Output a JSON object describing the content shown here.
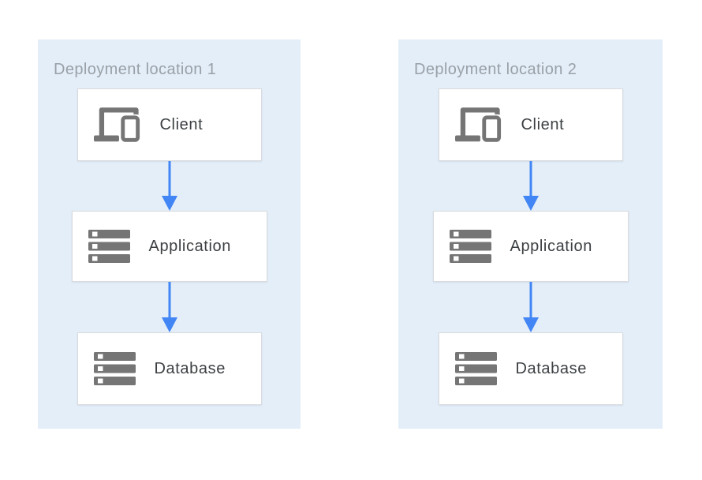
{
  "diagram": {
    "panels": [
      {
        "title": "Deployment location 1",
        "nodes": [
          {
            "label": "Client",
            "icon": "devices-icon"
          },
          {
            "label": "Application",
            "icon": "storage-icon"
          },
          {
            "label": "Database",
            "icon": "storage-icon"
          }
        ]
      },
      {
        "title": "Deployment location 2",
        "nodes": [
          {
            "label": "Client",
            "icon": "devices-icon"
          },
          {
            "label": "Application",
            "icon": "storage-icon"
          },
          {
            "label": "Database",
            "icon": "storage-icon"
          }
        ]
      }
    ],
    "colors": {
      "panel_background": "#E3EEF9",
      "arrow_blue": "#4285F4",
      "icon_gray": "#757575",
      "title_gray": "#9AA0A6",
      "label_text": "#3C4043",
      "box_border": "#D9DBDD"
    }
  }
}
